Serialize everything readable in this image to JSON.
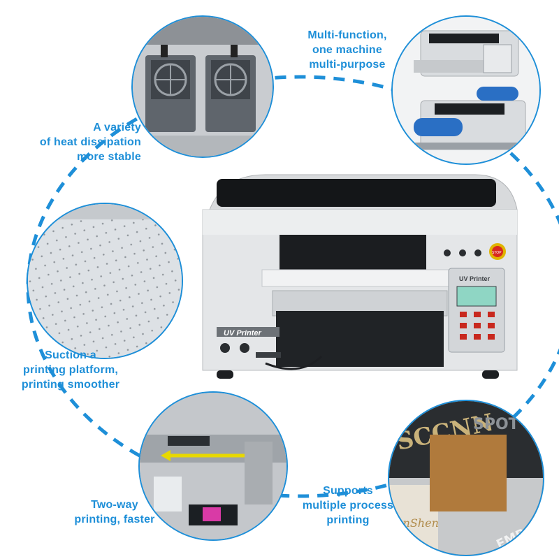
{
  "colors": {
    "accent": "#1e8fd8",
    "emergency_stop": "#d8281e",
    "lcd_screen": "#8fd6c4",
    "gold_texture": "#b07a3c"
  },
  "features": {
    "heat_dissipation": {
      "lines": [
        "A variety",
        "of heat dissipation",
        "more stable"
      ]
    },
    "multi_function": {
      "lines": [
        "Multi-function,",
        "one machine",
        "multi-purpose"
      ]
    },
    "suction_platform": {
      "lines": [
        "Suction a",
        "printing platform,",
        "printing smoother"
      ]
    },
    "two_way": {
      "lines": [
        "Two-way",
        "printing, faster"
      ]
    },
    "process": {
      "lines": [
        "Supports",
        "multiple process",
        "printing"
      ]
    }
  },
  "printer": {
    "body_label": "UV Printer",
    "panel_label": "UV Printer",
    "stop_label": "STOP"
  },
  "samples": {
    "brand_text": "SCCNN",
    "spot_text": "SPOT UV",
    "emboss_text": "EMBOSS",
    "name_text": "anShen"
  },
  "icons": {
    "heat_fan": "fan-icon",
    "arrow": "double-arrow-icon"
  }
}
